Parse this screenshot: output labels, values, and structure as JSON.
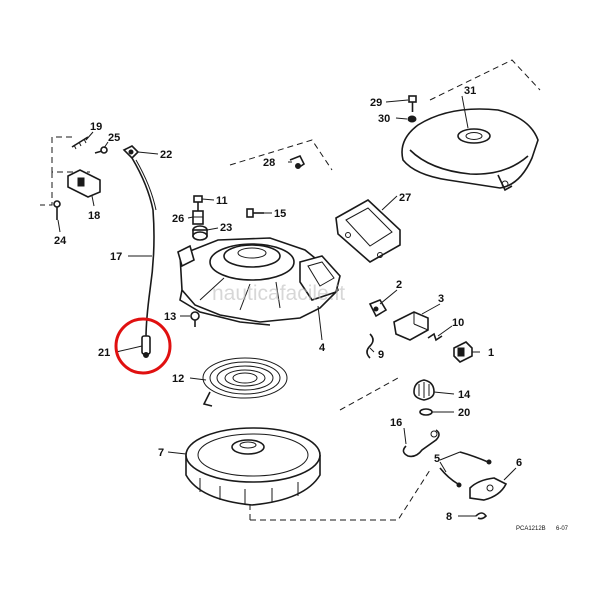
{
  "diagram": {
    "callouts": {
      "c1": "1",
      "c2": "2",
      "c3": "3",
      "c4": "4",
      "c5": "5",
      "c6": "6",
      "c7": "7",
      "c8": "8",
      "c9": "9",
      "c10": "10",
      "c11": "11",
      "c12": "12",
      "c13": "13",
      "c14": "14",
      "c15": "15",
      "c16": "16",
      "c17": "17",
      "c18": "18",
      "c19": "19",
      "c20": "20",
      "c21": "21",
      "c22": "22",
      "c23": "23",
      "c24": "24",
      "c25": "25",
      "c26": "26",
      "c27": "27",
      "c28": "28",
      "c29": "29",
      "c30": "30",
      "c31": "31"
    },
    "figure_code": "PCA1212B",
    "figure_date": "6-07",
    "watermark": "nauticafacile.it",
    "highlight_color": "#e01010",
    "highlighted_part": "21"
  }
}
